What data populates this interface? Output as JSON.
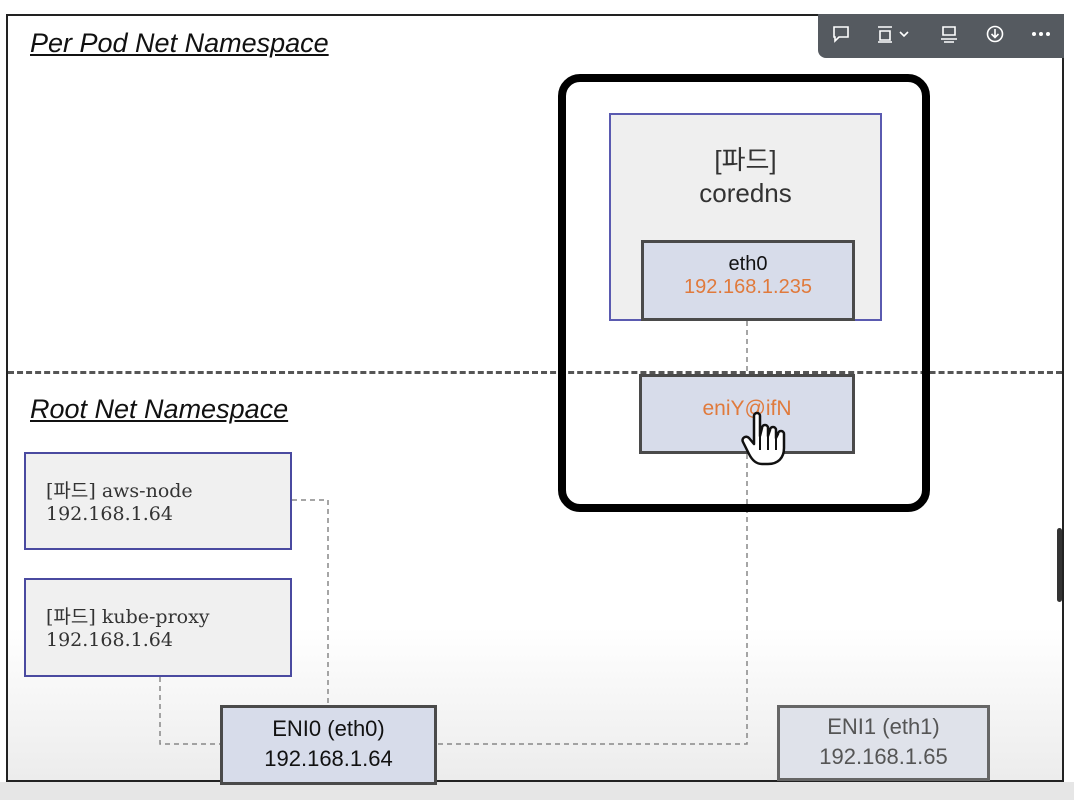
{
  "sections": {
    "per_pod": "Per Pod  Net Namespace",
    "root": "Root Net Namespace"
  },
  "pod": {
    "kind": "[파드]",
    "name": "coredns",
    "eth_label": "eth0",
    "eth_ip": "192.168.1.235",
    "veth": "eniY@ifN"
  },
  "nodes": [
    {
      "label": "[파드] aws-node",
      "ip": "192.168.1.64"
    },
    {
      "label": "[파드] kube-proxy",
      "ip": "192.168.1.64"
    }
  ],
  "enis": [
    {
      "label": "ENI0 (eth0)",
      "ip": "192.168.1.64"
    },
    {
      "label": "ENI1 (eth1)",
      "ip": "192.168.1.65"
    }
  ],
  "toolbar": [
    "comment-icon",
    "layout-menu-icon",
    "present-icon",
    "download-icon",
    "more-icon"
  ],
  "colors": {
    "ip_accent": "#e07a3c",
    "nic_fill": "#d7dcea",
    "pod_border": "#5a5ab0"
  }
}
